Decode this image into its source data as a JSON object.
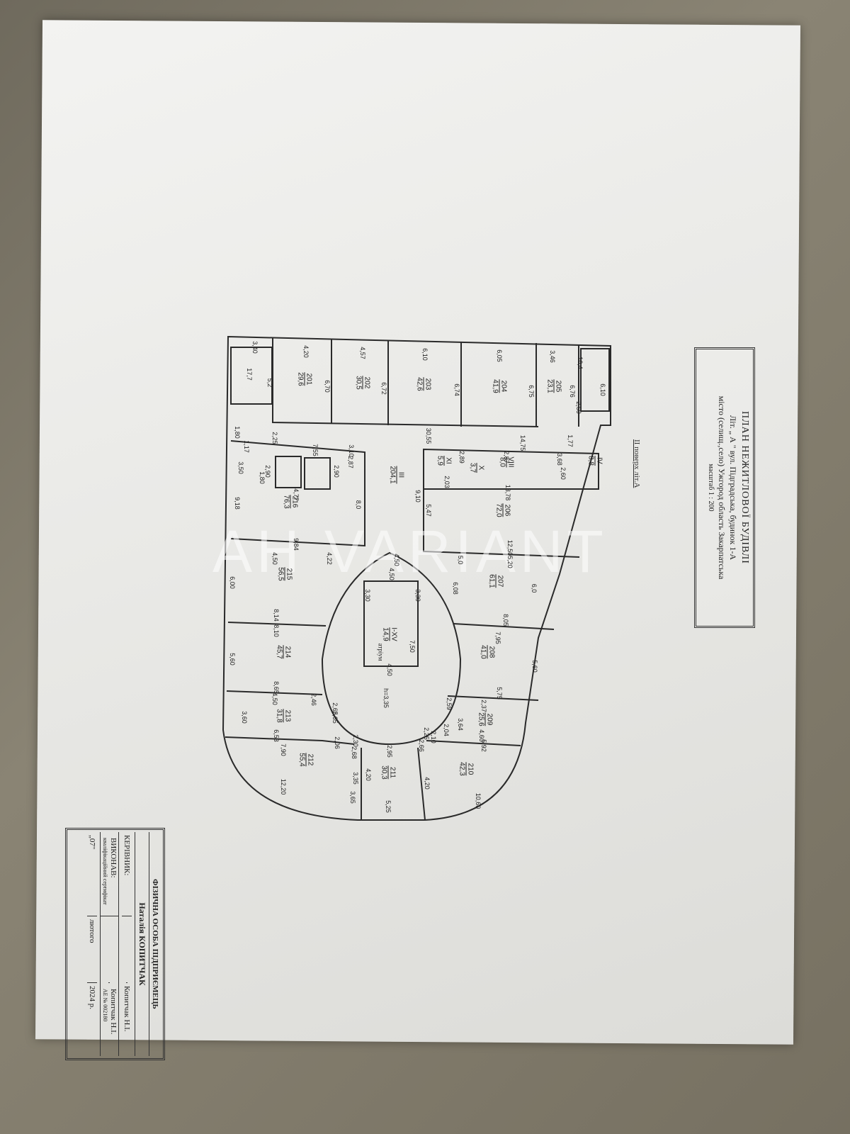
{
  "title_block": {
    "title": "ПЛАН НЕЖИТЛОВОЇ БУДІВЛІ",
    "address_line": "Літ. „ А \" вул. Підградська, будинок 1-А",
    "city_line": "місто (селищ.,село) Ужгород      область Закарпатська",
    "scale": "масштаб 1 : 200"
  },
  "floor_label": "II поверх літ.А",
  "stamp": {
    "header1": "ФІЗИЧНА ОСОБА ПІДПРИЄМЕЦЬ",
    "header2": "Наталія КОПИТЧАК",
    "row1_label": "КЕРІВНИК:",
    "row1_value": "Копитчак Н.І.",
    "row2_label": "ВИКОНАВ:",
    "row2_sub": "кваліфікаційний сертифікат",
    "row2_value": "Копитчак Н.І.",
    "row2_cert": "АЕ № 002180",
    "date_day": "„07\"",
    "date_month": "лютого",
    "date_year": "2024 р."
  },
  "watermark": "AH VARIANT",
  "rooms": [
    {
      "num": "201",
      "area": "29,6"
    },
    {
      "num": "202",
      "area": "30,5"
    },
    {
      "num": "203",
      "area": "42,6"
    },
    {
      "num": "204",
      "area": "41,9"
    },
    {
      "num": "205",
      "area": "23,1"
    },
    {
      "num": "206",
      "area": "72,0"
    },
    {
      "num": "207",
      "area": "61,1"
    },
    {
      "num": "208",
      "area": "41,0"
    },
    {
      "num": "209",
      "area": "25,6"
    },
    {
      "num": "210",
      "area": "42,3"
    },
    {
      "num": "211",
      "area": "30,3"
    },
    {
      "num": "212",
      "area": "55,4"
    },
    {
      "num": "213",
      "area": "31,8"
    },
    {
      "num": "214",
      "area": "45,7"
    },
    {
      "num": "215",
      "area": "56,5"
    },
    {
      "num": "216",
      "area": "76,3"
    },
    {
      "num": "III",
      "area": "204,1"
    },
    {
      "num": "I-XV",
      "area": "14,9"
    },
    {
      "num": "IV",
      "area": "8,8"
    },
    {
      "num": "VIII",
      "area": "8,0"
    },
    {
      "num": "X",
      "area": "3,7"
    },
    {
      "num": "XI",
      "area": "5,9"
    }
  ],
  "dims": [
    "3,40",
    "4,20",
    "4,57",
    "6,10",
    "6,05",
    "3,46",
    "6,70",
    "6,72",
    "6,74",
    "6,75",
    "6,76",
    "30,55",
    "14,75",
    "1,80",
    "2,25",
    "7,55",
    "3,10",
    "2,87",
    "2,90",
    "2,90",
    "3,50",
    "9,18",
    "4,77",
    "8,0",
    "9,84",
    "4,50",
    "4,22",
    "6,00",
    "8,14",
    "8,10",
    "5,60",
    "8,65",
    "4,50",
    "2,46",
    "3,60",
    "6,53",
    "7,90",
    "12,20",
    "2,06",
    "2,30",
    "2,95",
    "2,65",
    "3,35",
    "3,65",
    "5,25",
    "4,20",
    "4,20",
    "10,60",
    "5,92",
    "4,60",
    "2,04",
    "3,64",
    "2,59",
    "2,37",
    "5,75",
    "7,95",
    "8,05",
    "5,60",
    "6,08",
    "5,0",
    "5,20",
    "6,0",
    "12,50",
    "13,78",
    "5,47",
    "9,10",
    "4,50",
    "7,50",
    "4,50",
    "3,68",
    "2,60",
    "1,77",
    "2,60",
    "1,17",
    "5,2",
    "17,7",
    "16,4",
    "6,10",
    "2,87",
    "2,89",
    "2,03",
    "2,66",
    "2,25",
    "2,10",
    "2,68",
    "2,65",
    "h=3,35",
    "3,30",
    "3,30",
    "4,50",
    "1,80"
  ],
  "stair_label": "атріум"
}
